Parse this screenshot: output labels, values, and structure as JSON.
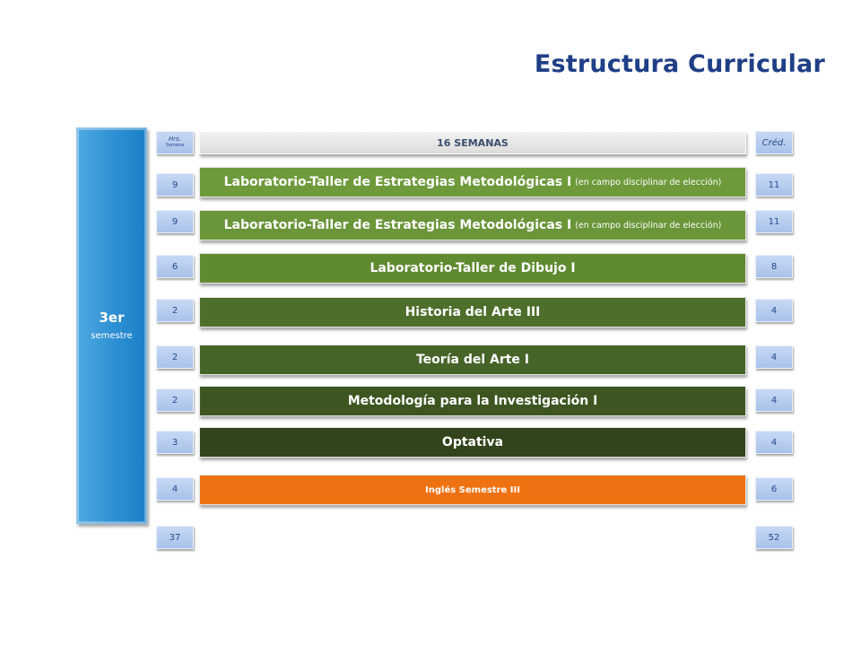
{
  "title": "Estructura Curricular",
  "semester": {
    "number": "3er",
    "label": "semestre"
  },
  "header": {
    "hours_line1": "Hrs.",
    "hours_line2": "Semana",
    "weeks": "16 SEMANAS",
    "credits": "Créd."
  },
  "courses": [
    {
      "name": "Laboratorio-Taller de Estrategias Metodológicas I",
      "note": "(en campo disciplinar de elección)",
      "hours": "9",
      "credits": "11",
      "color": "#6e9a3b"
    },
    {
      "name": "Laboratorio-Taller de Estrategias Metodológicas I",
      "note": "(en campo disciplinar de elección)",
      "hours": "9",
      "credits": "11",
      "color": "#6a9538"
    },
    {
      "name": "Laboratorio-Taller de Dibujo I",
      "note": "",
      "hours": "6",
      "credits": "8",
      "color": "#5f8a30"
    },
    {
      "name": "Historia del Arte III",
      "note": "",
      "hours": "2",
      "credits": "4",
      "color": "#4e6e2b"
    },
    {
      "name": "Teoría del Arte I",
      "note": "",
      "hours": "2",
      "credits": "4",
      "color": "#466428"
    },
    {
      "name": "Metodología para la Investigación I",
      "note": "",
      "hours": "2",
      "credits": "4",
      "color": "#3d5621"
    },
    {
      "name": "Optativa",
      "note": "",
      "hours": "3",
      "credits": "4",
      "color": "#32441b"
    },
    {
      "name": "Inglés Semestre III",
      "note": "",
      "hours": "4",
      "credits": "6",
      "color": "#ef7212"
    }
  ],
  "totals": {
    "hours": "37",
    "credits": "52"
  }
}
